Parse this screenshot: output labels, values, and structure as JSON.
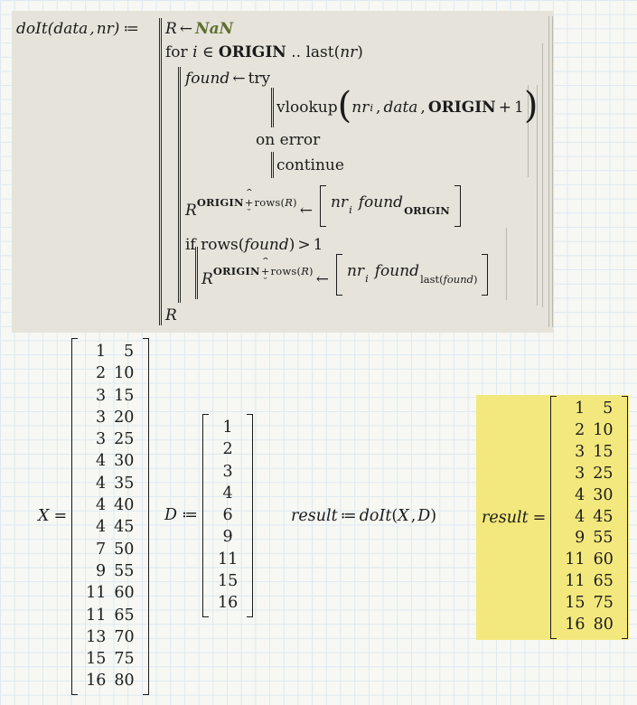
{
  "colors": {
    "page-bg": "#f7f8f3",
    "grid": "#dde8f1",
    "region-bg": "#e5e3da",
    "highlight": "#f3e87d",
    "text": "#1b1b1b",
    "nan": "#5e6f2f",
    "faint": "#b8b6ad",
    "bar": "#2a2a28"
  },
  "program": {
    "signature": {
      "name": "doIt",
      "open": "(",
      "arg1": "data",
      "comma": ",",
      "arg2": "nr",
      "close": ")",
      "assign": "≔"
    },
    "line_r_init": {
      "var": "R",
      "arrow": "←",
      "value": "NaN"
    },
    "line_for": {
      "kw": "for",
      "var": "i",
      "in": "∈",
      "origin": "ORIGIN",
      "range": "..",
      "fn": "last",
      "open": "(",
      "arg": "nr",
      "close": ")"
    },
    "line_try": {
      "var": "found",
      "arrow": "←",
      "kw": "try"
    },
    "line_vlookup": {
      "fn": "vlookup",
      "open": "(",
      "arg1": "nr",
      "sub1": "i",
      "c1": ",",
      "arg2": "data",
      "c2": ",",
      "arg3": "ORIGIN",
      "plus": "+",
      "num": "1",
      "close": ")"
    },
    "line_onerror": {
      "kw": "on error"
    },
    "line_continue": {
      "kw": "continue"
    },
    "line_assign1": {
      "var": "R",
      "sup_origin": "ORIGIN",
      "sup_plus": "+",
      "sup_fn": "rows",
      "sup_open": "(",
      "sup_r": "R",
      "sup_close": ")",
      "arrow": "←",
      "v1": "nr",
      "v1sub": "i",
      "v2": "found",
      "v2sub": "ORIGIN"
    },
    "line_if": {
      "kw": "if",
      "fn": "rows",
      "open": "(",
      "arg": "found",
      "close": ")",
      "op": ">",
      "num": "1"
    },
    "line_assign2": {
      "var": "R",
      "sup_origin": "ORIGIN",
      "sup_plus": "+",
      "sup_fn": "rows",
      "sup_open": "(",
      "sup_r": "R",
      "sup_close": ")",
      "arrow": "←",
      "v1": "nr",
      "v1sub": "i",
      "v2": "found",
      "v2sub_fn": "last",
      "v2sub_open": "(",
      "v2sub_arg": "found",
      "v2sub_close": ")"
    },
    "line_return": {
      "var": "R"
    }
  },
  "matrix_X": {
    "label": "X",
    "op": "=",
    "rows": [
      [
        1,
        5
      ],
      [
        2,
        10
      ],
      [
        3,
        15
      ],
      [
        3,
        20
      ],
      [
        3,
        25
      ],
      [
        4,
        30
      ],
      [
        4,
        35
      ],
      [
        4,
        40
      ],
      [
        4,
        45
      ],
      [
        7,
        50
      ],
      [
        9,
        55
      ],
      [
        11,
        60
      ],
      [
        11,
        65
      ],
      [
        13,
        70
      ],
      [
        15,
        75
      ],
      [
        16,
        80
      ]
    ]
  },
  "matrix_D": {
    "label": "D",
    "op": "≔",
    "rows": [
      [
        1
      ],
      [
        2
      ],
      [
        3
      ],
      [
        4
      ],
      [
        6
      ],
      [
        9
      ],
      [
        11
      ],
      [
        15
      ],
      [
        16
      ]
    ]
  },
  "result_expr": {
    "lhs": "result",
    "assign": "≔",
    "fn": "doIt",
    "open": "(",
    "a1": "X",
    "comma": ",",
    "a2": "D",
    "close": ")"
  },
  "matrix_result": {
    "label": "result",
    "op": "=",
    "rows": [
      [
        1,
        5
      ],
      [
        2,
        10
      ],
      [
        3,
        15
      ],
      [
        3,
        25
      ],
      [
        4,
        30
      ],
      [
        4,
        45
      ],
      [
        9,
        55
      ],
      [
        11,
        60
      ],
      [
        11,
        65
      ],
      [
        15,
        75
      ],
      [
        16,
        80
      ]
    ]
  }
}
